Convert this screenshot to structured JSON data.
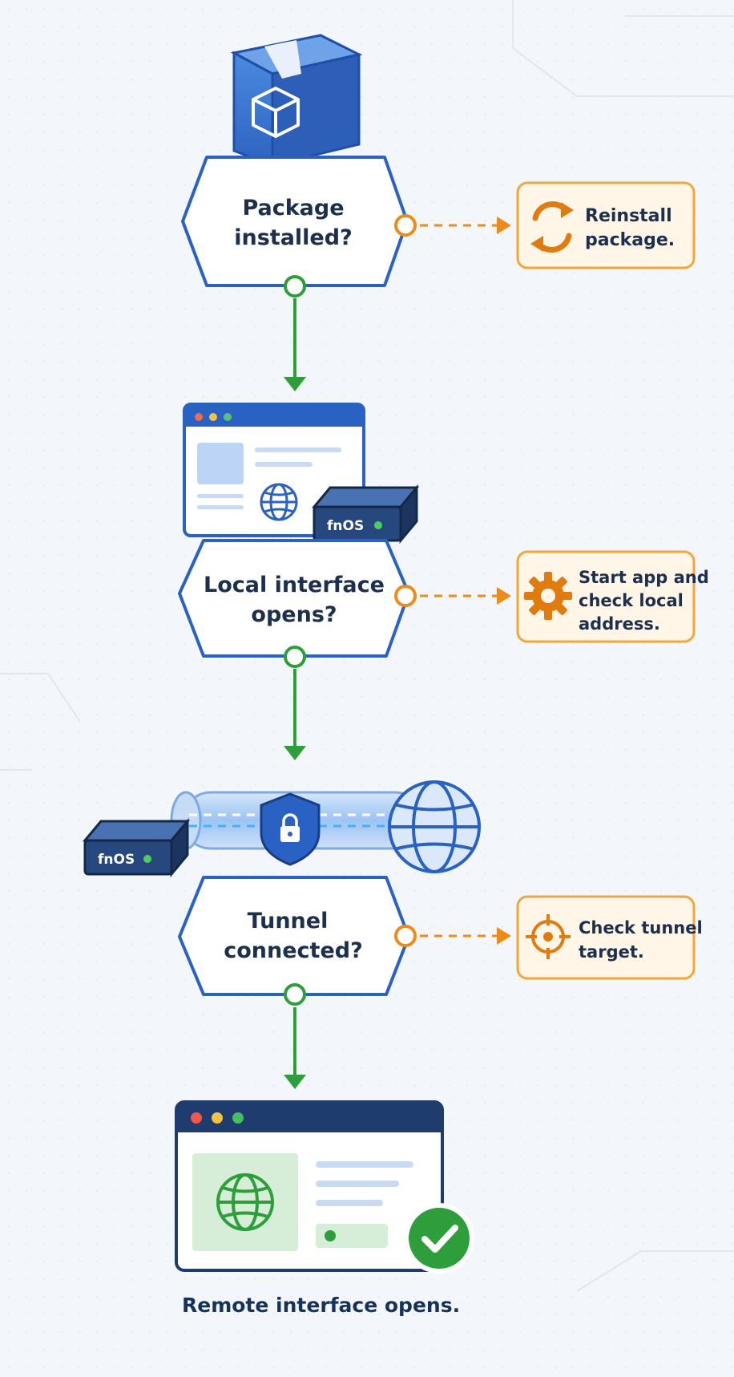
{
  "decisions": [
    {
      "line1": "Package",
      "line2": "installed?"
    },
    {
      "line1": "Local interface",
      "line2": "opens?"
    },
    {
      "line1": "Tunnel",
      "line2": "connected?"
    }
  ],
  "actions": [
    {
      "icon": "refresh-icon",
      "lines": [
        "Reinstall",
        "package."
      ]
    },
    {
      "icon": "gear-icon",
      "lines": [
        "Start app and",
        "check local",
        "address."
      ]
    },
    {
      "icon": "crosshair-icon",
      "lines": [
        "Check tunnel",
        "target."
      ]
    }
  ],
  "device_label": "fnOS",
  "final_caption": "Remote interface opens.",
  "colors": {
    "primary_blue": "#2a62c4",
    "navy": "#1f3c6e",
    "success_green": "#2e9e3a",
    "alert_orange": "#ec8b1a",
    "action_fill": "#fff6e8",
    "background": "#f3f6fb"
  }
}
